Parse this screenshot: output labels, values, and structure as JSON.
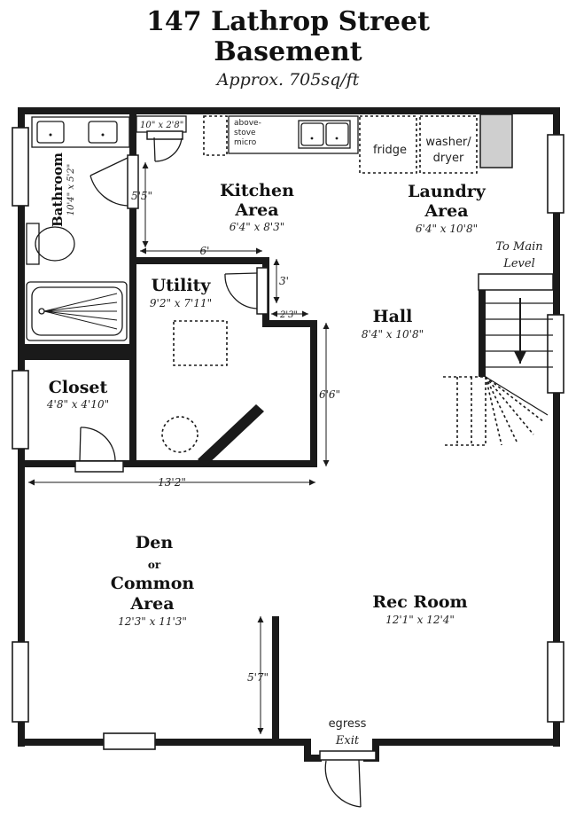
{
  "header": {
    "title_line1": "147 Lathrop Street",
    "title_line2": "Basement",
    "subtitle": "Approx. 705sq/ft"
  },
  "rooms": {
    "bathroom": {
      "name": "Bathroom",
      "dims": "10'4\" x 5'2\""
    },
    "kitchen": {
      "name_line1": "Kitchen",
      "name_line2": "Area",
      "dims": "6'4\" x 8'3\""
    },
    "laundry": {
      "name_line1": "Laundry",
      "name_line2": "Area",
      "dims": "6'4\" x 10'8\""
    },
    "utility": {
      "name": "Utility",
      "dims": "9'2\" x 7'11\""
    },
    "hall": {
      "name": "Hall",
      "dims": "8'4\" x 10'8\""
    },
    "closet": {
      "name": "Closet",
      "dims": "4'8\" x 4'10\""
    },
    "den": {
      "name_line1": "Den",
      "name_or": "or",
      "name_line2": "Common",
      "name_line3": "Area",
      "dims": "12'3\" x 11'3\""
    },
    "rec_room": {
      "name": "Rec Room",
      "dims": "12'1\" x 12'4\""
    }
  },
  "fixtures": {
    "above_stove_micro": [
      "above-",
      "stove",
      "micro"
    ],
    "fridge": "fridge",
    "washer_dryer_line1": "washer/",
    "washer_dryer_line2": "dryer",
    "cabinet_dims": "10\" x 2'8\""
  },
  "measurements": {
    "kitchen_height": "5'5\"",
    "kitchen_width": "6'",
    "utility_door_height": "3'",
    "utility_notch_width": "2'3\"",
    "hall_wall": "6'6\"",
    "den_width": "13'2\"",
    "partition_height": "5'7\""
  },
  "stairs": {
    "label_line1": "To Main",
    "label_line2": "Level"
  },
  "exit": {
    "egress": "egress",
    "exit": "Exit"
  }
}
